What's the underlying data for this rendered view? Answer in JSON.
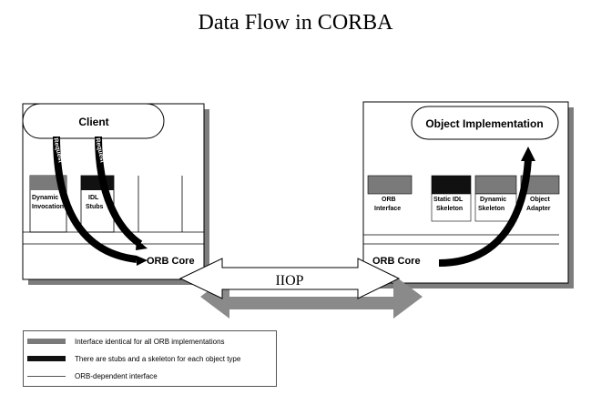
{
  "title": "Data Flow in CORBA",
  "client_box": {
    "client_label": "Client",
    "request_labels": [
      "Request",
      "Request"
    ],
    "dynamic_invocation": "Dynamic Invocation",
    "idl_stubs": "IDL Stubs",
    "orb_core": "ORB Core"
  },
  "server_box": {
    "object_impl_label": "Object Implementation",
    "orb_interface": "ORB Interface",
    "static_idl_skeleton": "Static IDL Skeleton",
    "dynamic_skeleton": "Dynamic Skeleton",
    "object_adapter": "Object Adapter",
    "orb_core": "ORB Core"
  },
  "iiop_label": "IIOP",
  "legend": {
    "items": [
      {
        "label": "Interface identical for all ORB implementations",
        "color": "#7a7a7a"
      },
      {
        "label": "There are stubs and a skeleton for each object type",
        "color": "#111111"
      },
      {
        "label": "ORB-dependent interface",
        "color": "#ffffff"
      }
    ]
  },
  "colors": {
    "gray": "#7a7a7a",
    "black": "#111111",
    "shadow": "#7d7d7d"
  }
}
